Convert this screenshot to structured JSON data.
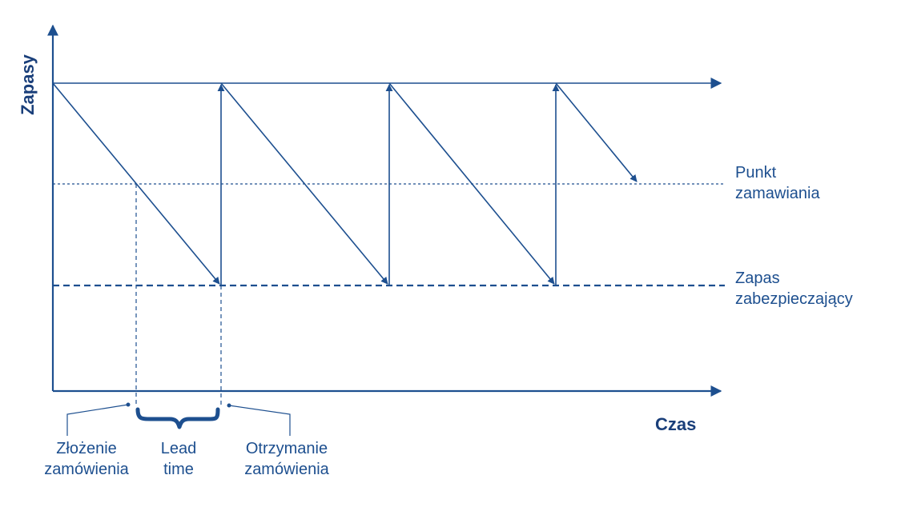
{
  "axes": {
    "y_title": "Zapasy",
    "x_title": "Czas"
  },
  "levels": {
    "reorder_point": {
      "line1": "Punkt",
      "line2": "zamawiania"
    },
    "safety_stock": {
      "line1": "Zapas",
      "line2": "zabezpieczający"
    }
  },
  "timeline": {
    "order_placed": {
      "line1": "Złożenie",
      "line2": "zamówienia"
    },
    "lead_time": {
      "line1": "Lead",
      "line2": "time"
    },
    "order_received": {
      "line1": "Otrzymanie",
      "line2": "zamówienia"
    }
  },
  "colors": {
    "primary": "#1d4f8f",
    "title": "#1a3f7a"
  }
}
